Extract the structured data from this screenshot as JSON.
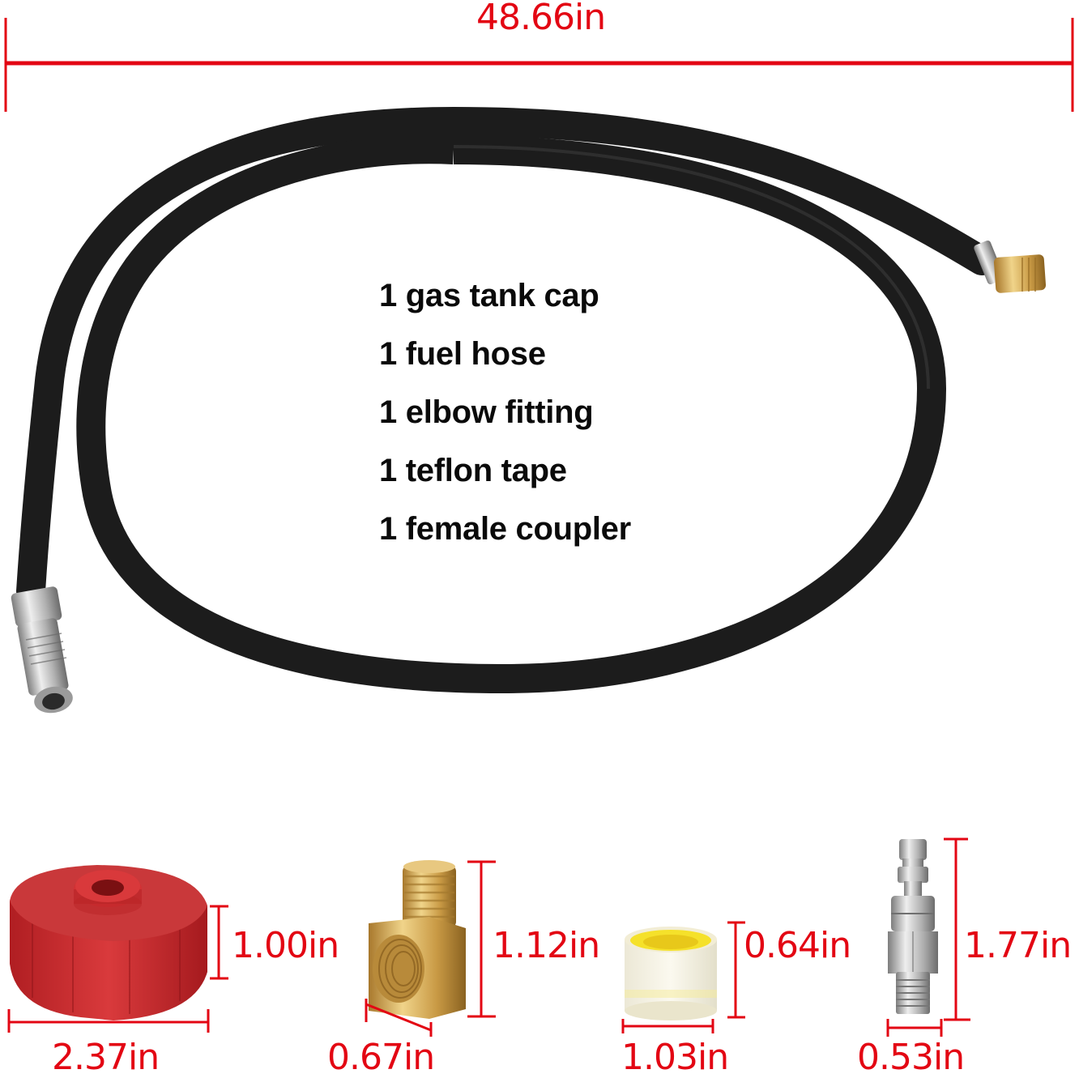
{
  "colors": {
    "dimension_red": "#e30613",
    "hose_black": "#1c1c1c",
    "cap_red": "#c8262b",
    "brass": "#d3a94f",
    "steel": "#b8b8b8",
    "tape_yellow": "#f5e12a",
    "text_black": "#0a0a0a"
  },
  "hose_length": {
    "label": "48.66in"
  },
  "package_contents": {
    "items": [
      {
        "label": "1 gas tank cap"
      },
      {
        "label": "1 fuel hose"
      },
      {
        "label": "1 elbow fitting"
      },
      {
        "label": "1 teflon tape"
      },
      {
        "label": "1 female coupler"
      }
    ]
  },
  "parts": {
    "gas_tank_cap": {
      "height": "1.00in",
      "width": "2.37in"
    },
    "elbow_fitting": {
      "height": "1.12in",
      "width": "0.67in"
    },
    "teflon_tape": {
      "height": "0.64in",
      "width": "1.03in"
    },
    "coupler_plug": {
      "height": "1.77in",
      "width": "0.53in"
    }
  }
}
